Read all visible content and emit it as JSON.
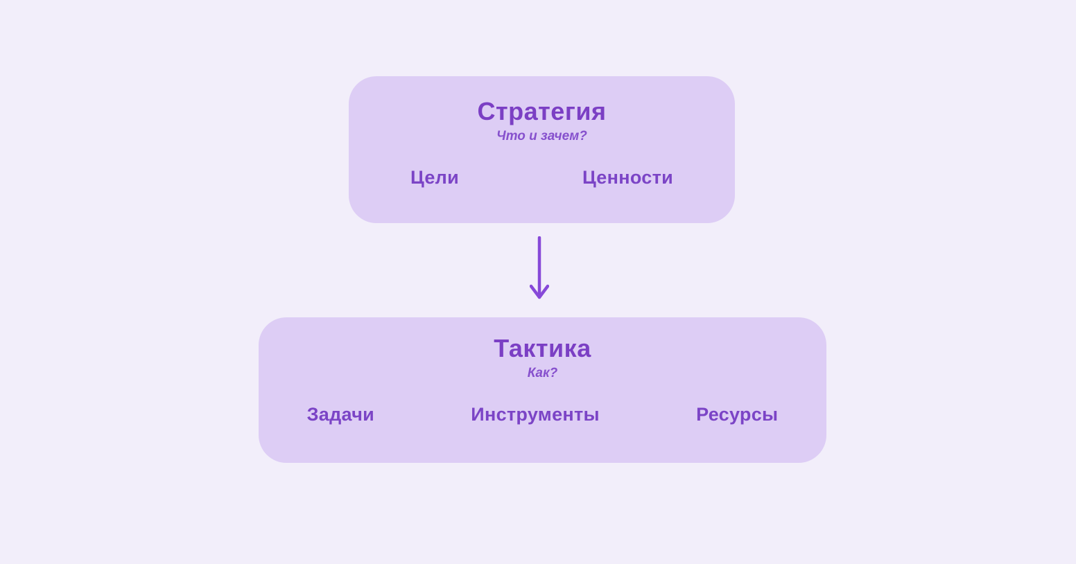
{
  "colors": {
    "page_background": "#f2eefa",
    "box_background": "#ddcdf5",
    "title_text": "#7b3fc4",
    "subtitle_text": "#8650cd",
    "item_text": "#7b44c6",
    "arrow": "#8749d8"
  },
  "diagram": {
    "strategy_box": {
      "title": "Стратегия",
      "subtitle": "Что и зачем?",
      "items": [
        {
          "label": "Цели"
        },
        {
          "label": "Ценности"
        }
      ]
    },
    "connector": {
      "type": "down-arrow",
      "from": "strategy_box",
      "to": "tactics_box"
    },
    "tactics_box": {
      "title": "Тактика",
      "subtitle": "Как?",
      "items": [
        {
          "label": "Задачи"
        },
        {
          "label": "Инструменты"
        },
        {
          "label": "Ресурсы"
        }
      ]
    }
  }
}
